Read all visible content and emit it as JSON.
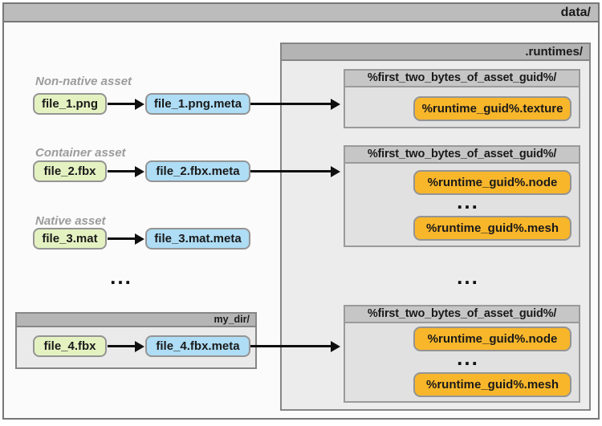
{
  "root": {
    "label": "data/"
  },
  "runtimes": {
    "label": ".runtimes/",
    "ellipsis": "...",
    "groups": [
      {
        "header": "%first_two_bytes_of_asset_guid%/",
        "files": [
          "%runtime_guid%.texture"
        ]
      },
      {
        "header": "%first_two_bytes_of_asset_guid%/",
        "files": [
          "%runtime_guid%.node",
          "%runtime_guid%.mesh"
        ],
        "ellipsis": "..."
      },
      {
        "header": "%first_two_bytes_of_asset_guid%/",
        "files": [
          "%runtime_guid%.node",
          "%runtime_guid%.mesh"
        ],
        "ellipsis": "..."
      }
    ]
  },
  "assets": [
    {
      "category": "Non-native asset",
      "file": "file_1.png",
      "meta": "file_1.png.meta"
    },
    {
      "category": "Container asset",
      "file": "file_2.fbx",
      "meta": "file_2.fbx.meta"
    },
    {
      "category": "Native asset",
      "file": "file_3.mat",
      "meta": "file_3.mat.meta"
    }
  ],
  "assets_ellipsis": "...",
  "my_dir": {
    "label": "my_dir/",
    "file": "file_4.fbx",
    "meta": "file_4.fbx.meta"
  },
  "colors": {
    "asset_file": "#e4f2c1",
    "meta_file": "#aeddf5",
    "runtime_file": "#f8b62b",
    "folder_header": "#bcbcbc",
    "runtimes_body": "#ececec",
    "arrow": "#0f0f0f"
  }
}
